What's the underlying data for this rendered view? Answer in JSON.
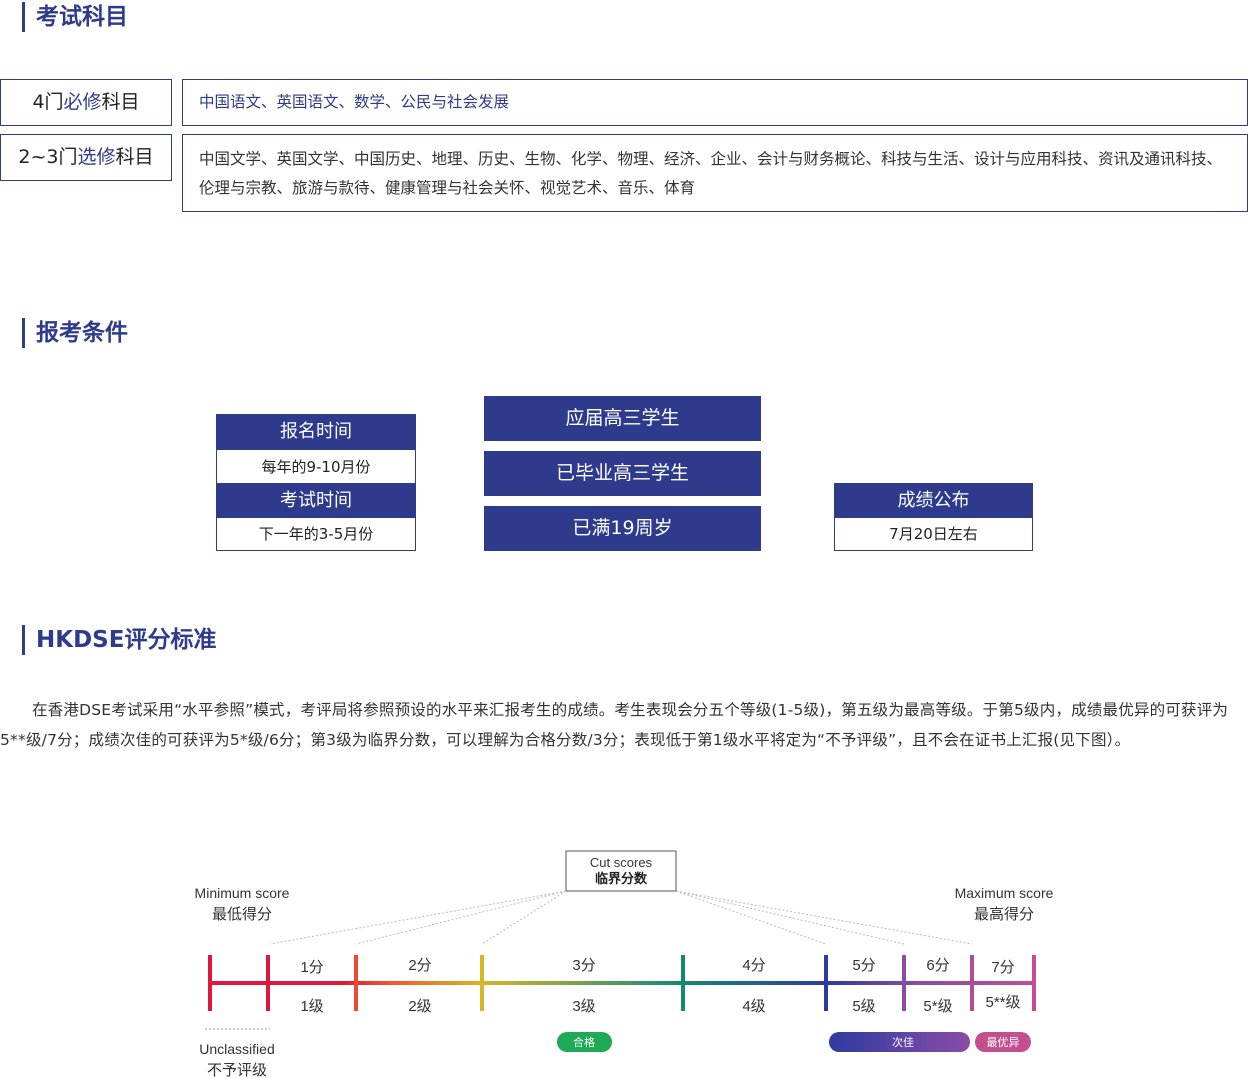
{
  "sections": {
    "subjects_title": "考试科目",
    "requirements_title": "报考条件",
    "grading_title": "HKDSE评分标准"
  },
  "subjects": {
    "core": {
      "label_prefix": "4门",
      "label_highlight": "必修",
      "label_suffix": "科目",
      "text": "中国语文、英国语文、数学、公民与社会发展"
    },
    "elective": {
      "label_prefix": "2~3门",
      "label_highlight": "选修",
      "label_suffix": "科目",
      "text": "中国文学、英国文学、中国历史、地理、历史、生物、化学、物理、经济、企业、会计与财务概论、科技与生活、设计与应用科技、资讯及通讯科技、伦理与宗教、旅游与款待、健康管理与社会关怀、视觉艺术、音乐、体育"
    }
  },
  "requirements": {
    "registration": {
      "label": "报名时间",
      "value": "每年的9-10月份"
    },
    "exam": {
      "label": "考试时间",
      "value": "下一年的3-5月份"
    },
    "eligibility": [
      "应届高三学生",
      "已毕业高三学生",
      "已满19周岁"
    ],
    "results": {
      "label": "成绩公布",
      "value": "7月20日左右"
    }
  },
  "grading": {
    "paragraph": "在香港DSE考试采用“水平参照”模式，考评局将参照预设的水平来汇报考生的成绩。考生表现会分五个等级(1-5级)，第五级为最高等级。于第5级内，成绩最优异的可获评为5**级/7分；成绩次佳的可获评为5*级/6分；第3级为临界分数，可以理解为合格分数/3分；表现低于第1级水平将定为“不予评级”，且不会在证书上汇报(见下图）。"
  },
  "diagram": {
    "cut_scores_en": "Cut scores",
    "cut_scores_zh": "临界分数",
    "min_en": "Minimum score",
    "min_zh": "最低得分",
    "max_en": "Maximum score",
    "max_zh": "最高得分",
    "unclassified_en": "Unclassified",
    "unclassified_zh": "不予评级",
    "segments": [
      {
        "score": "1分",
        "level": "1级"
      },
      {
        "score": "2分",
        "level": "2级"
      },
      {
        "score": "3分",
        "level": "3级"
      },
      {
        "score": "4分",
        "level": "4级"
      },
      {
        "score": "5分",
        "level": "5级"
      },
      {
        "score": "6分",
        "level": "5*级"
      },
      {
        "score": "7分",
        "level": "5**级"
      }
    ],
    "badges": {
      "pass": "合格",
      "good": "次佳",
      "best": "最优异"
    },
    "colors": {
      "red": "#e0163c",
      "orange": "#f4562a",
      "yellow": "#d4b82a",
      "teal": "#128a72",
      "blue": "#2f3aa0",
      "purple": "#8a4ca6",
      "pink": "#c2508e",
      "pass_badge": "#1faa55",
      "brand": "#2e3a8c"
    }
  }
}
